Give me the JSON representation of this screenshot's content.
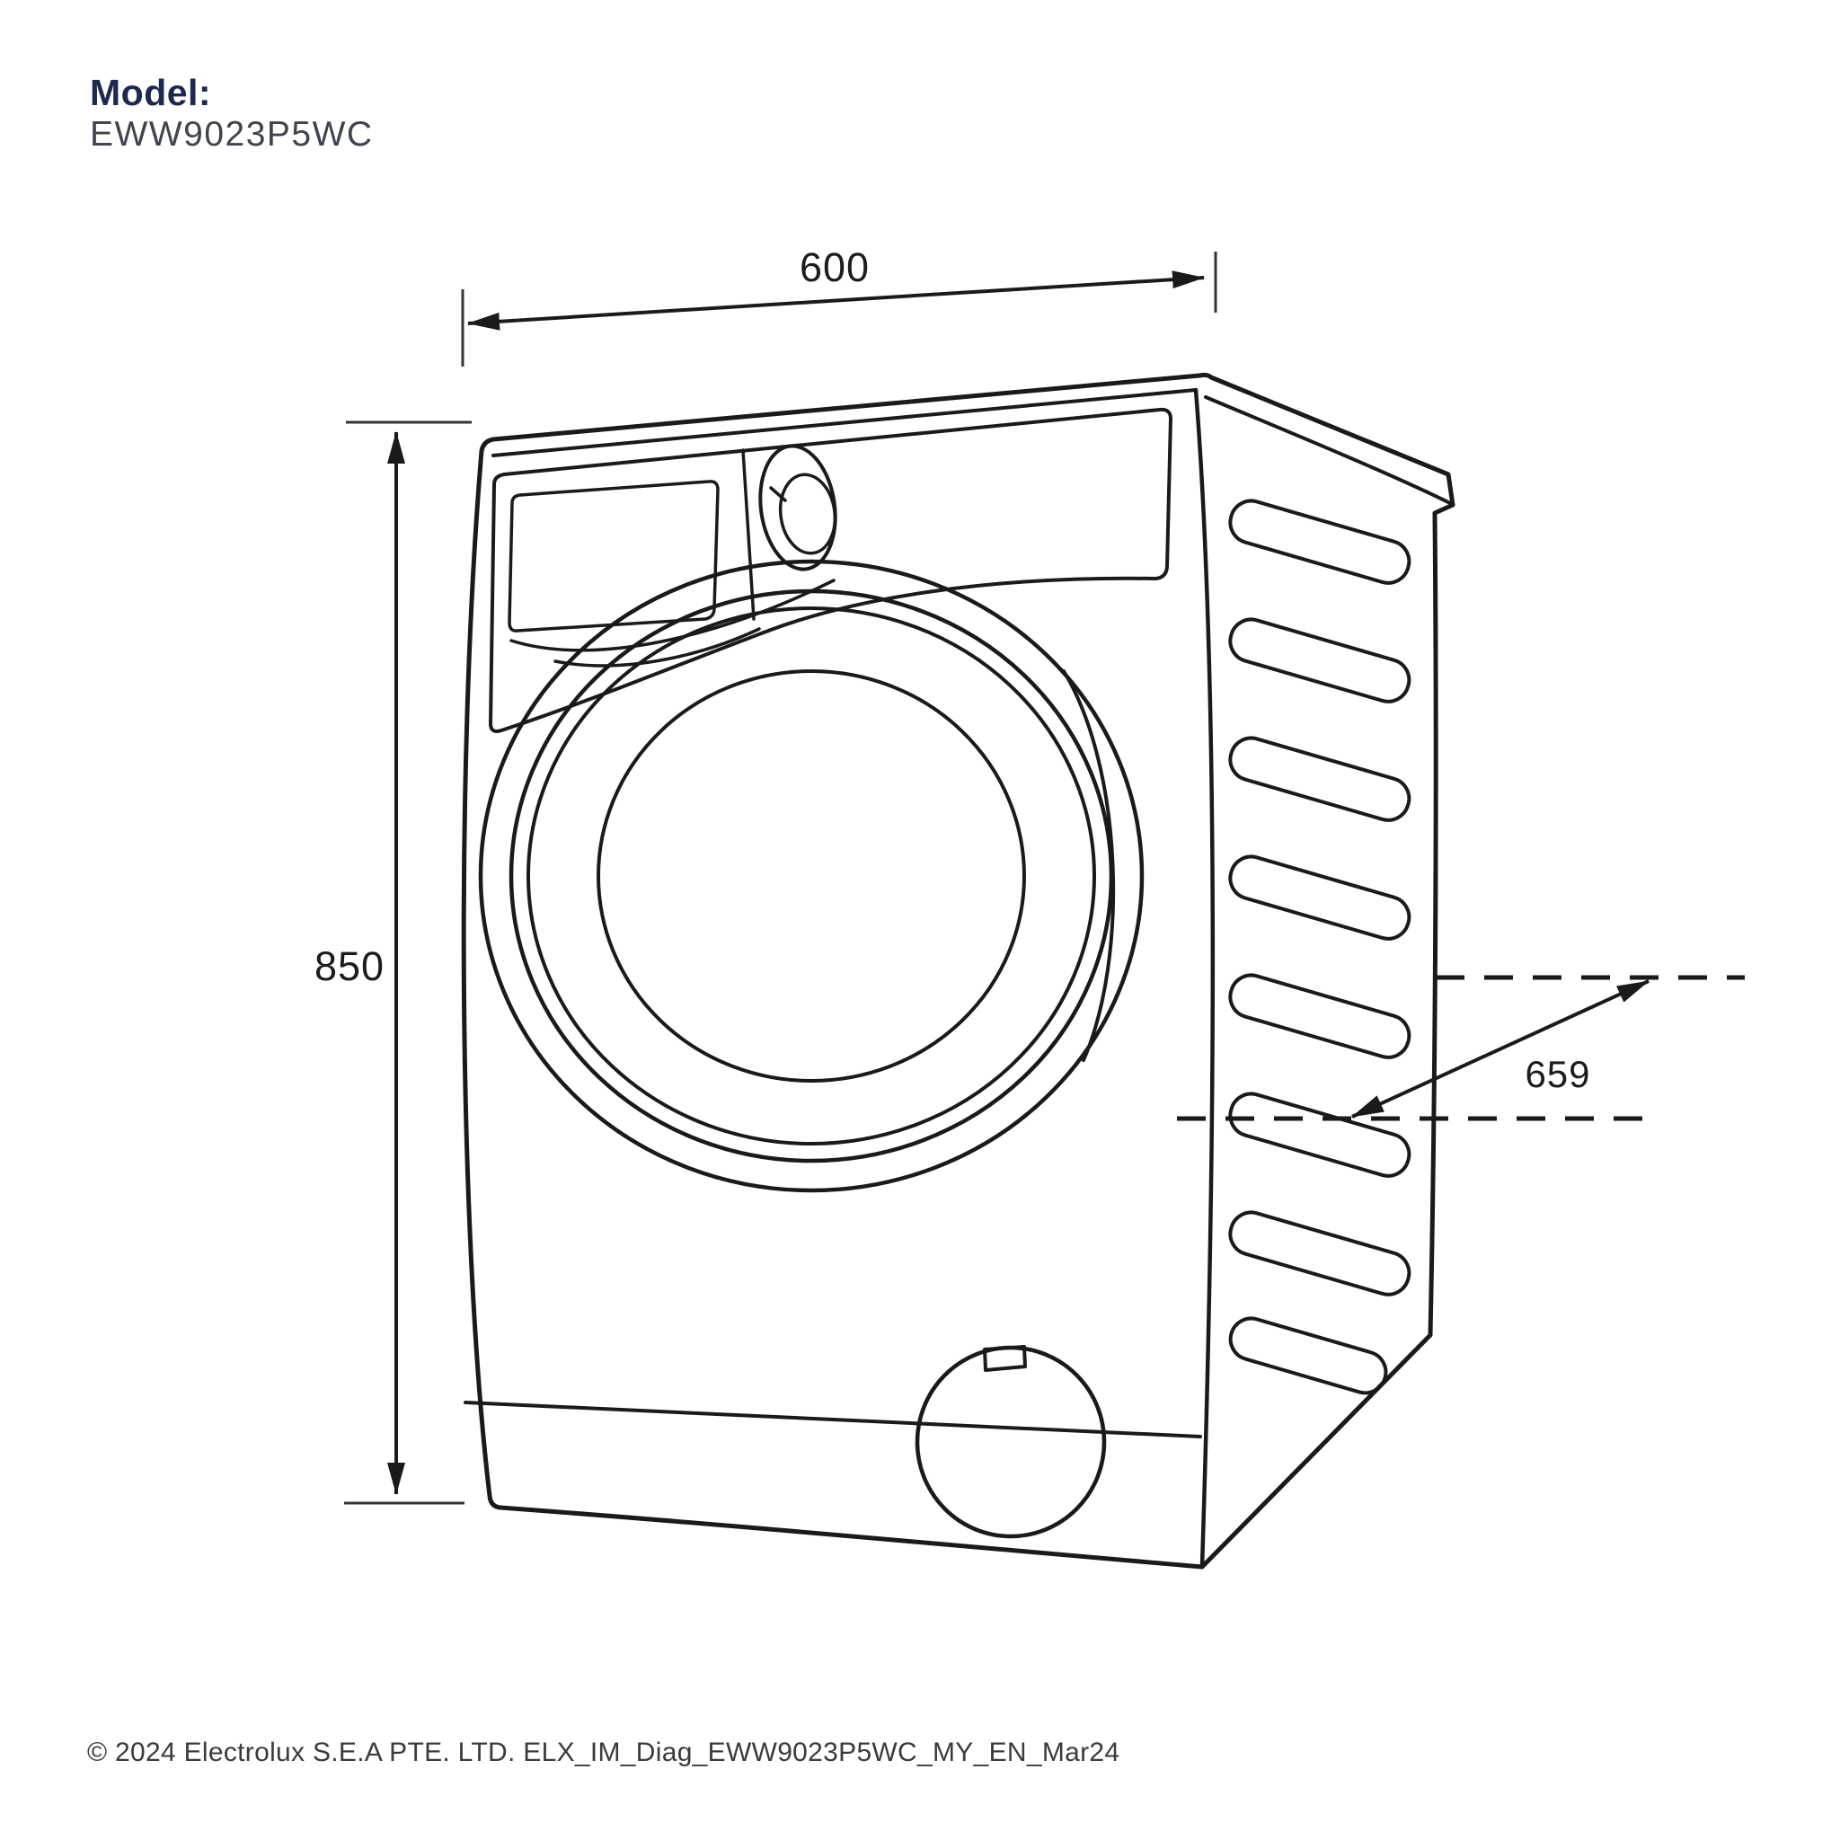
{
  "page": {
    "background": "#ffffff"
  },
  "header": {
    "model_label": "Model:",
    "model_code": "EWW9023P5WC"
  },
  "diagram": {
    "type": "product-dimension-diagram",
    "subject": "front-load washing machine, three-quarter perspective line drawing",
    "dimensions": {
      "width_mm": "600",
      "height_mm": "850",
      "depth_mm": "659"
    },
    "side_vent_slots": 8,
    "colors": {
      "line": "#1a1a1a",
      "model_label": "#1e2a4d",
      "model_code": "#3f4450",
      "dimension_text": "#1c1c1c",
      "footer_text": "#3b3b3b"
    }
  },
  "footer": {
    "copyright": "© 2024 Electrolux S.E.A PTE. LTD. ELX_IM_Diag_EWW9023P5WC_MY_EN_Mar24"
  }
}
